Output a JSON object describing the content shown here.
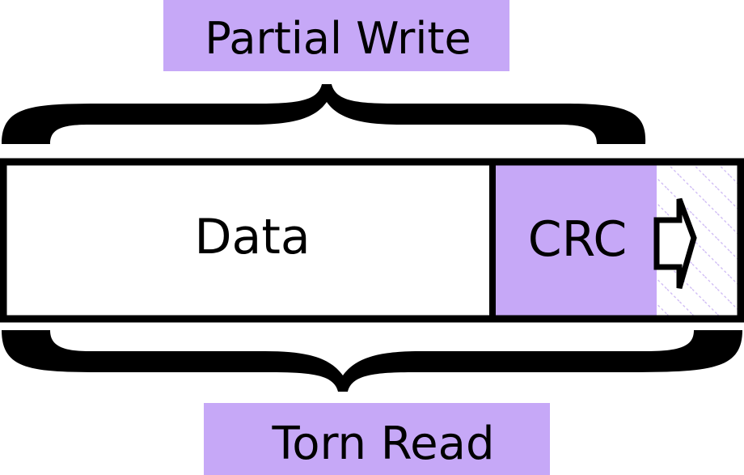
{
  "labels": {
    "top": "Partial Write",
    "bottom": "Torn Read",
    "data_block": "Data",
    "crc_block": "CRC"
  },
  "colors": {
    "accent": "#c6a8f7",
    "ink": "#000000",
    "background": "#ffffff",
    "hatch": "#cbb5f3"
  },
  "icons": {
    "top_brace": "curly-brace-down",
    "bottom_brace": "curly-brace-up",
    "arrow": "arrow-right-outline"
  }
}
